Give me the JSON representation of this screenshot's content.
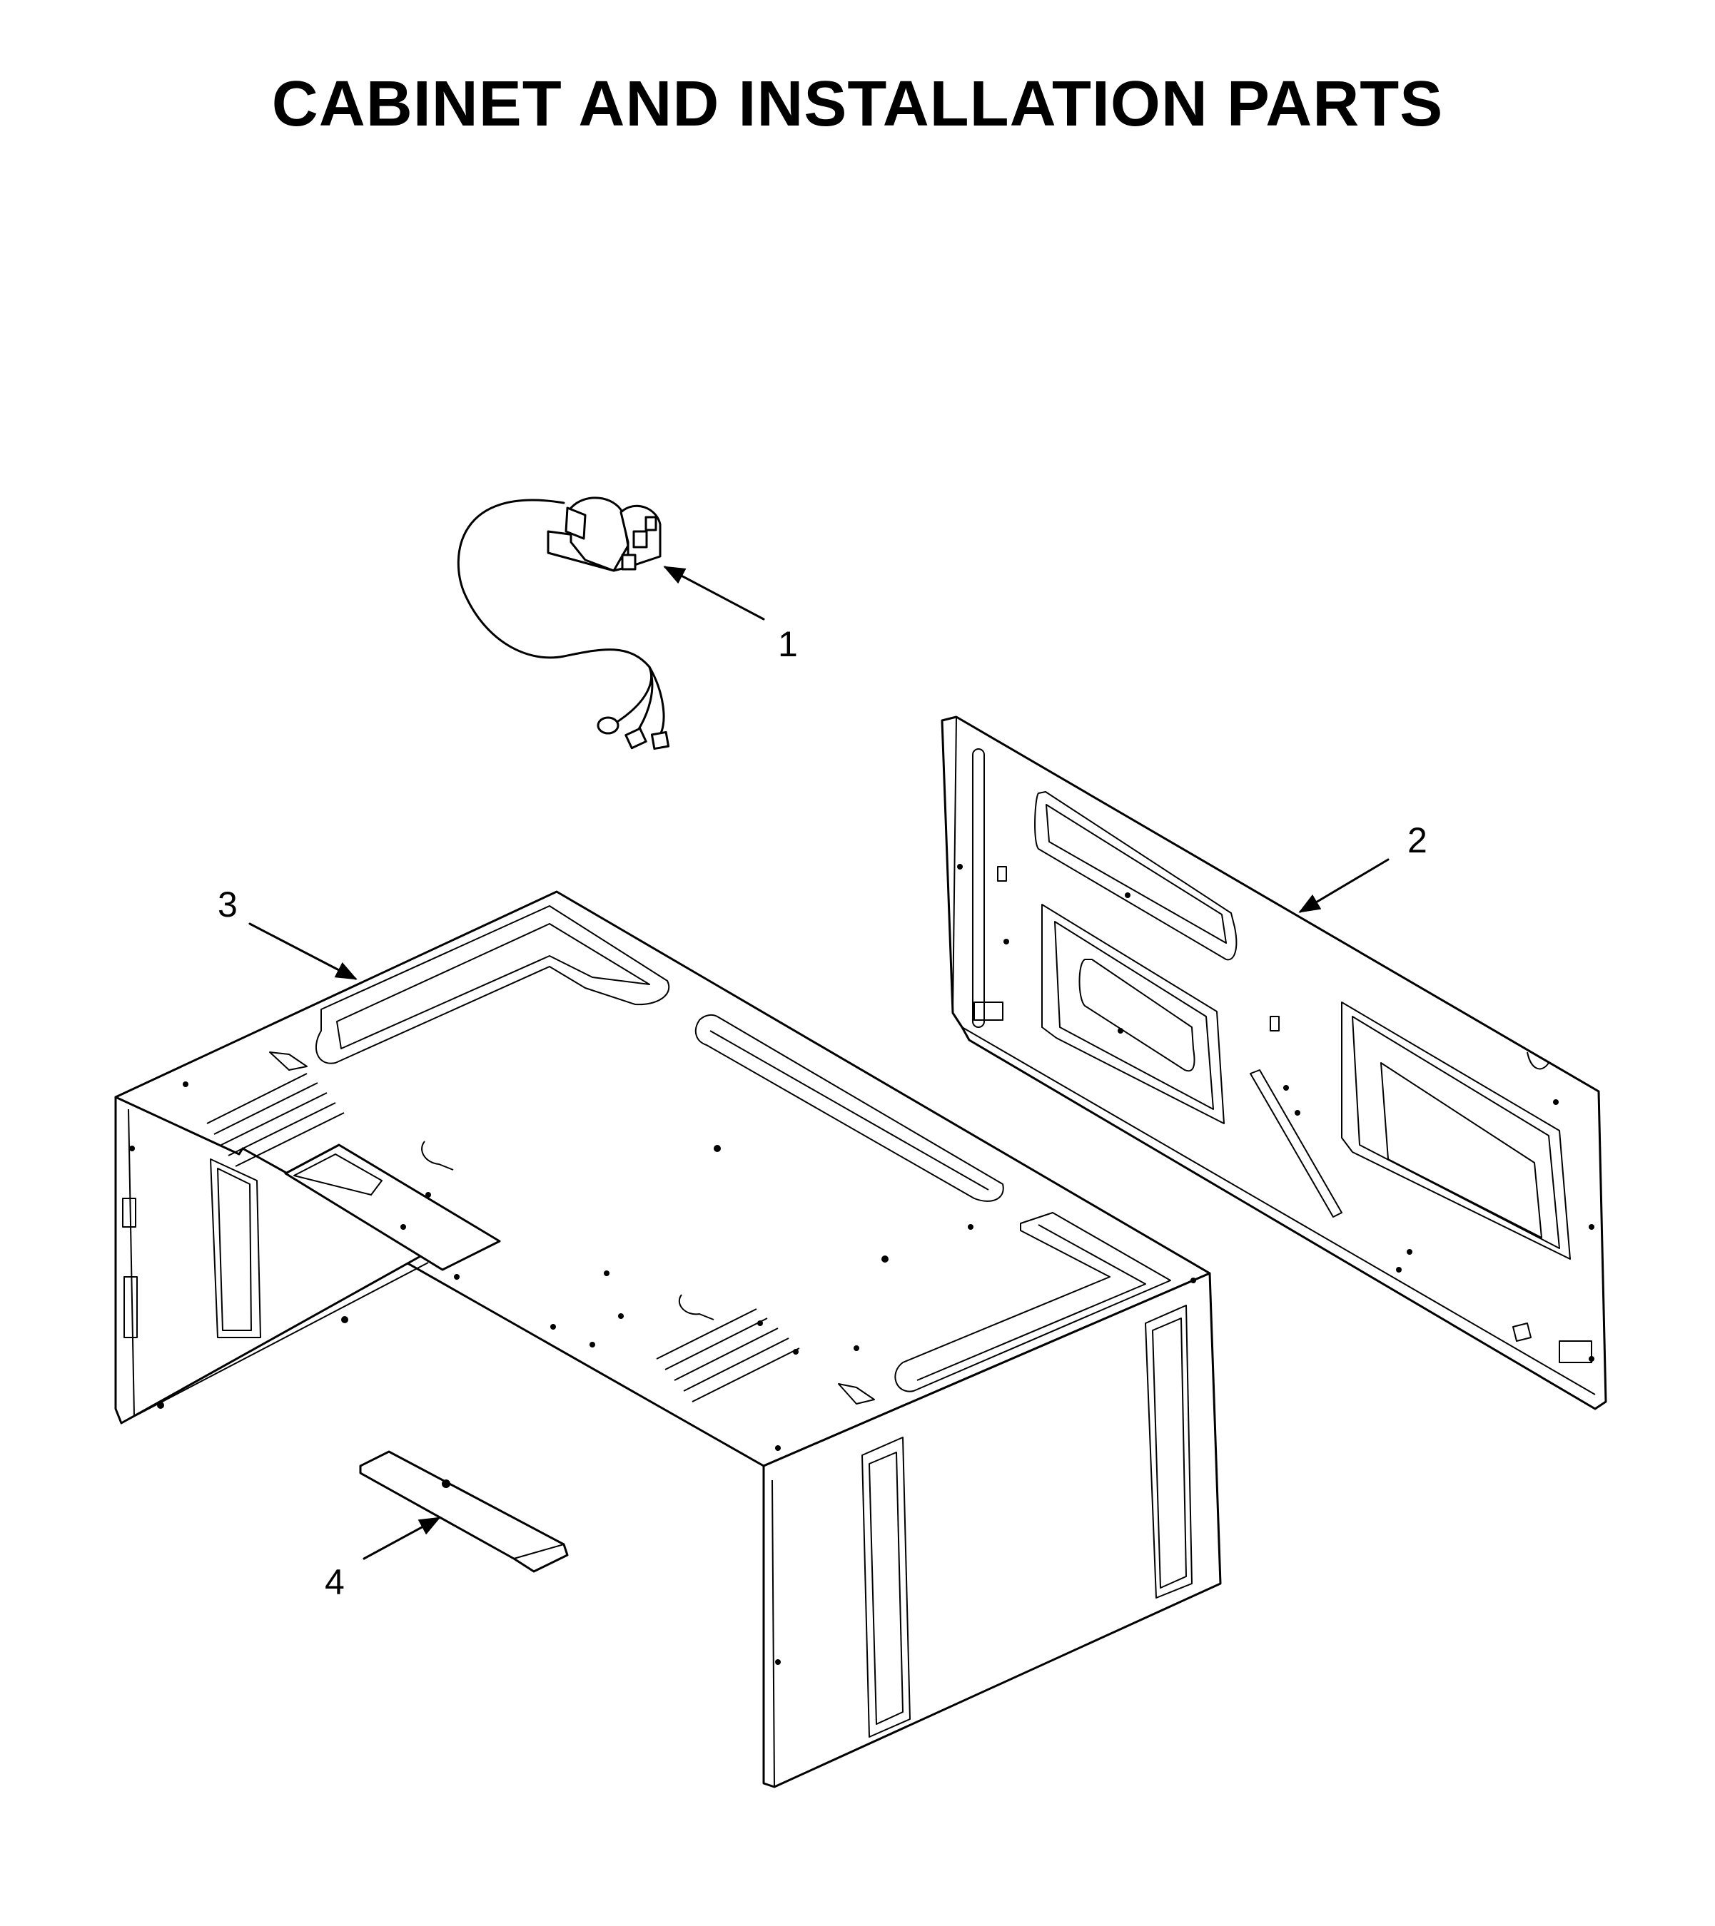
{
  "title": "CABINET AND INSTALLATION PARTS",
  "parts": [
    {
      "callout": "1",
      "icon": "power-cord-icon"
    },
    {
      "callout": "2",
      "icon": "mounting-plate-icon"
    },
    {
      "callout": "3",
      "icon": "cabinet-wrapper-icon"
    },
    {
      "callout": "4",
      "icon": "cover-plate-icon"
    }
  ]
}
